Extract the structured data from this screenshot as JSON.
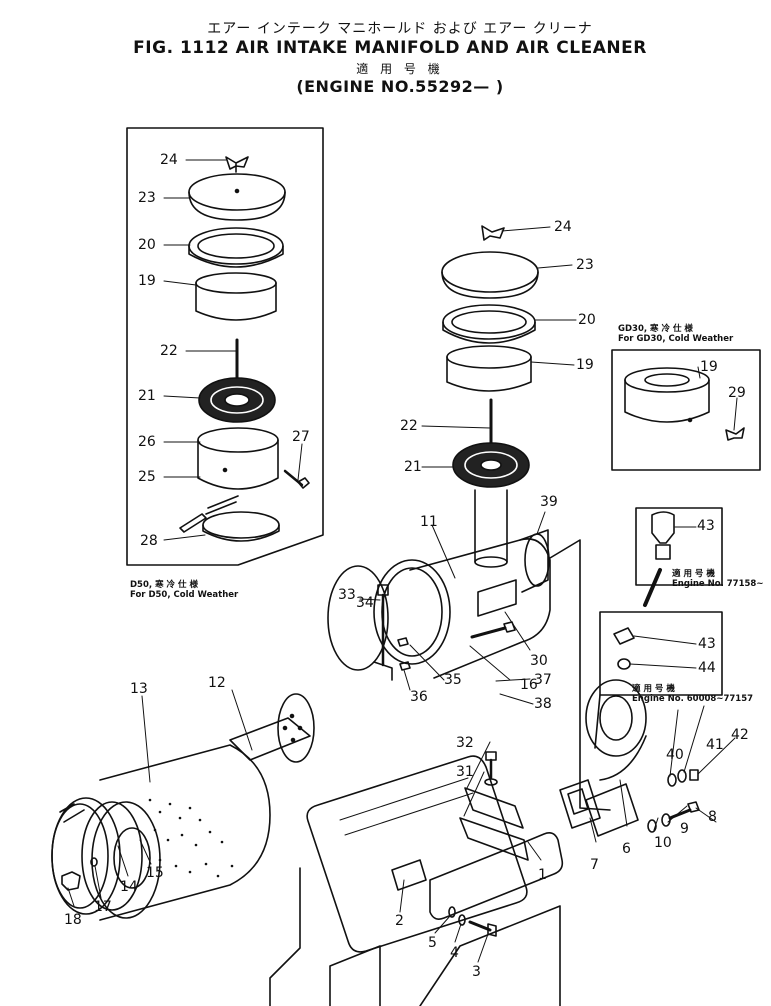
{
  "header": {
    "title_jp": "エアー インテーク マニホールド および エアー クリーナ",
    "title_en": "FIG. 1112  AIR INTAKE MANIFOLD AND AIR CLEANER",
    "applicable_jp": "適 用 号 機",
    "engine_range": "(ENGINE NO.55292— )"
  },
  "notes": {
    "d50_jp": "D50, 寒 冷 仕 様",
    "d50_en": "For D50, Cold Weather",
    "gd30_jp": "GD30, 寒 冷 仕 様",
    "gd30_en": "For GD30, Cold Weather",
    "eng_a_jp": "適 用 号 機",
    "eng_a_en": "Engine No. 77158~",
    "eng_b_jp": "適 用 号 機",
    "eng_b_en": "Engine No. 60008~77157"
  },
  "callouts": {
    "p1": "1",
    "p2": "2",
    "p3": "3",
    "p4": "4",
    "p5": "5",
    "p6": "6",
    "p7": "7",
    "p8": "8",
    "p9": "9",
    "p10": "10",
    "p11": "11",
    "p12": "12",
    "p13": "13",
    "p14": "14",
    "p15": "15",
    "p16": "16",
    "p17": "17",
    "p18": "18",
    "p19": "19",
    "p20": "20",
    "p21": "21",
    "p22": "22",
    "p23": "23",
    "p24": "24",
    "p25": "25",
    "p26": "26",
    "p27": "27",
    "p28": "28",
    "p29": "29",
    "p30": "30",
    "p31": "31",
    "p32": "32",
    "p33": "33",
    "p34": "34",
    "p35": "35",
    "p36": "36",
    "p37": "37",
    "p38": "38",
    "p39": "39",
    "p40": "40",
    "p41": "41",
    "p42": "42",
    "p43": "43",
    "p44": "44"
  }
}
